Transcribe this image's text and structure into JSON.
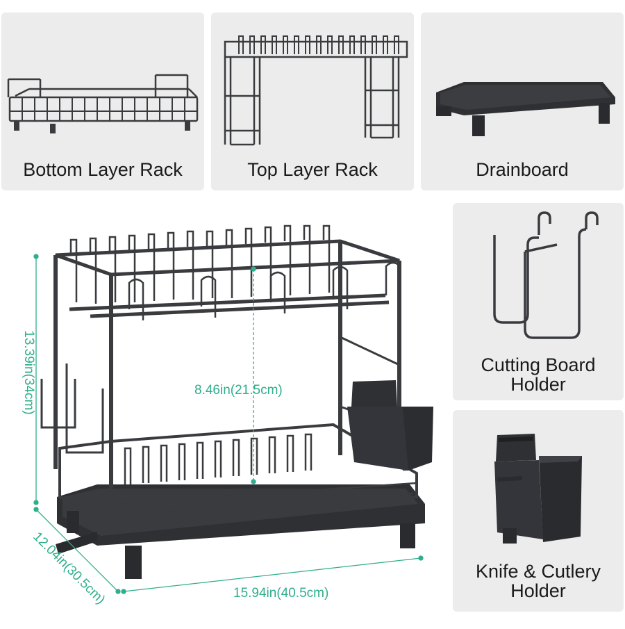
{
  "panels": {
    "bottom_rack": {
      "label": "Bottom Layer Rack"
    },
    "top_rack": {
      "label": "Top Layer Rack"
    },
    "drainboard": {
      "label": "Drainboard"
    },
    "cutting_board_holder": {
      "label_line1": "Cutting Board",
      "label_line2": "Holder"
    },
    "knife_holder": {
      "label_line1": "Knife & Cutlery",
      "label_line2": "Holder"
    }
  },
  "dimensions": {
    "height": "13.39in(34cm)",
    "inner_height": "8.46in(21.5cm)",
    "depth": "12.04in(30.5cm)",
    "width": "15.94in(40.5cm)"
  },
  "colors": {
    "panel_bg": "#ececec",
    "metal": "#3a3b3e",
    "dim_line": "#2fae8c"
  }
}
